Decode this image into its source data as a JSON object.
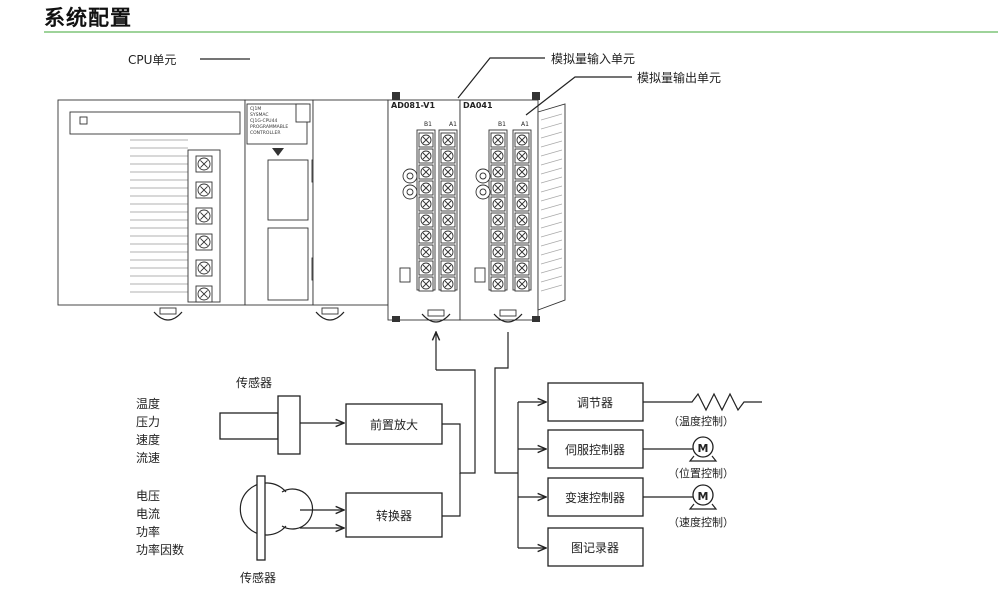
{
  "title": "系统配置",
  "labels": {
    "cpu_unit": "CPU单元",
    "analog_input_unit": "模拟量输入单元",
    "analog_output_unit": "模拟量输出单元",
    "input_model": "AD081-V1",
    "output_model": "DA041",
    "terminal_b1": "B1",
    "terminal_a1": "A1",
    "sensor_top": "传感器",
    "sensor_bottom": "传感器",
    "preamp": "前置放大",
    "converter": "转换器",
    "regulator": "调节器",
    "servo_controller": "伺服控制器",
    "speed_controller": "变速控制器",
    "recorder": "图记录器",
    "temp_control": "（温度控制）",
    "position_control": "（位置控制）",
    "speed_control": "（速度控制）",
    "motor_symbol": "M"
  },
  "measurements_top": [
    "温度",
    "压力",
    "速度",
    "流速"
  ],
  "measurements_bottom": [
    "电压",
    "电流",
    "功率",
    "功率因数"
  ]
}
